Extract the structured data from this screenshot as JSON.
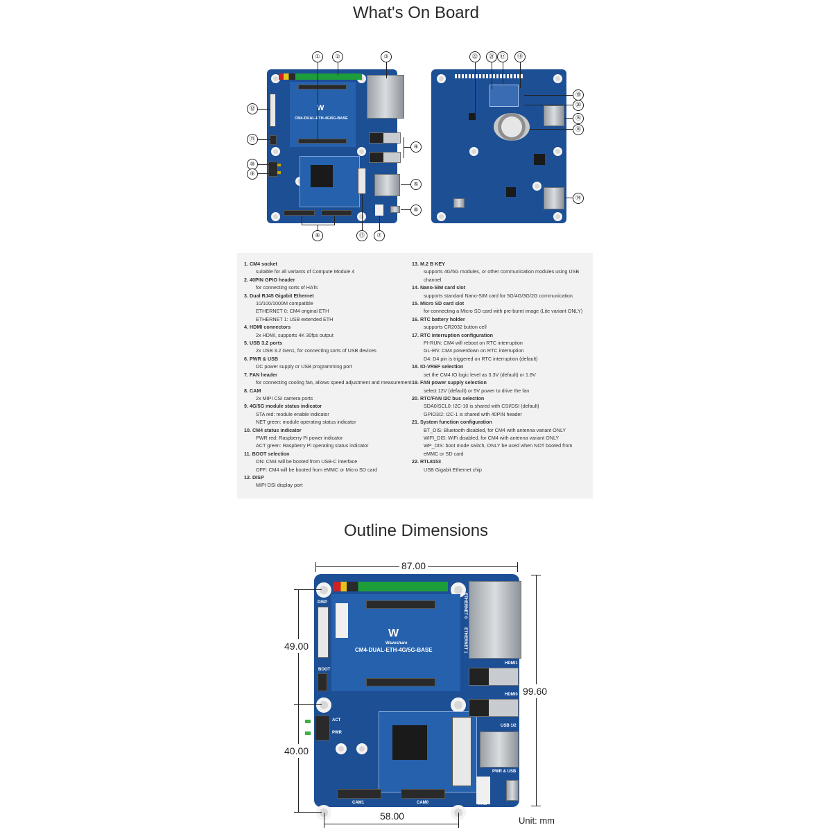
{
  "sections": {
    "onboard_title": "What's On Board",
    "outline_title": "Outline Dimensions"
  },
  "board": {
    "model": "CM4-DUAL-ETH-4G/5G-BASE",
    "brand": "Waveshare",
    "silkscreen": {
      "disp": "DISP",
      "boot": "BOOT",
      "hdmi1": "HDMI1",
      "hdmi0": "HDMI0",
      "usb12": "USB 1/2",
      "pwr_usb": "PWR & USB",
      "fan": "FAN",
      "cam1": "CAM1",
      "cam0": "CAM0",
      "eth0": "ETHERNET 0",
      "eth1": "ETHERNET 1",
      "act": "ACT",
      "pwr": "PWR"
    }
  },
  "callouts": {
    "c1": "①",
    "c2": "②",
    "c3": "③",
    "c4": "④",
    "c5": "⑤",
    "c6": "⑥",
    "c7": "⑦",
    "c8": "⑧",
    "c9": "⑨",
    "c10": "⑩",
    "c11": "⑪",
    "c12": "⑫",
    "c13": "⑬",
    "c14": "⑭",
    "c15": "⑮",
    "c16": "⑯",
    "c17": "⑰",
    "c18": "⑱",
    "c19": "⑲",
    "c20": "⑳",
    "c21": "㉑",
    "c22": "㉒"
  },
  "features_left": [
    {
      "title": "1. CM4 socket",
      "lines": [
        "suitable for all variants of Compute Module 4"
      ]
    },
    {
      "title": "2. 40PIN GPIO header",
      "lines": [
        "for connecting sorts of HATs"
      ]
    },
    {
      "title": "3. Dual RJ45 Gigabit Ethernet",
      "lines": [
        "10/100/1000M compatible",
        "ETHERNET 0: CM4 original ETH",
        "ETHERNET 1: USB extended ETH"
      ]
    },
    {
      "title": "4. HDMI connectors",
      "lines": [
        "2x HDMI, supports 4K 30fps output"
      ]
    },
    {
      "title": "5. USB 3.2 ports",
      "lines": [
        "2x USB 3.2 Gen1, for connecting sorts of USB devices"
      ]
    },
    {
      "title": "6. PWR & USB",
      "lines": [
        "DC power supply or USB programming port"
      ]
    },
    {
      "title": "7. FAN header",
      "lines": [
        "for connecting cooling fan, allows speed adjustment and measurement"
      ]
    },
    {
      "title": "8. CAM",
      "lines": [
        "2x MIPI CSI camera ports"
      ]
    },
    {
      "title": "9. 4G/5G module status indicator",
      "lines": [
        "STA red: module enable indicator",
        "NET green: module operating status indicator"
      ]
    },
    {
      "title": "10. CM4 status indicator",
      "lines": [
        "PWR red: Raspberry Pi power indicator",
        "ACT green: Raspberry Pi operating status indicator"
      ]
    },
    {
      "title": "11. BOOT selection",
      "lines": [
        "ON: CM4 will be booted from USB-C interface",
        "OFF: CM4 will be booted from eMMC or Micro SD card"
      ]
    },
    {
      "title": "12. DISP",
      "lines": [
        "MIPI DSI display port"
      ]
    }
  ],
  "features_right": [
    {
      "title": "13. M.2 B KEY",
      "lines": [
        "supports 4G/5G modules, or other communication modules using USB",
        "channel"
      ]
    },
    {
      "title": "14. Nano-SIM card slot",
      "lines": [
        "supports standard Nano-SIM card for 5G/4G/3G/2G communication"
      ]
    },
    {
      "title": "15. Micro SD card slot",
      "lines": [
        "for connecting a Micro SD card with pre-burnt image (Lite variant ONLY)"
      ]
    },
    {
      "title": "16. RTC battery holder",
      "lines": [
        "supports CR2032 button cell"
      ]
    },
    {
      "title": "17. RTC interruption configuration",
      "lines": [
        "PI-RUN: CM4 will reboot on RTC interruption",
        "GL-EN: CM4 powerdown on RTC interruption",
        "D4: D4 pin is triggered on RTC interruption (default)"
      ]
    },
    {
      "title": "18. IO-VREF selection",
      "lines": [
        "set the CM4 IO logic level as 3.3V (default) or 1.8V"
      ]
    },
    {
      "title": "19. FAN power supply selection",
      "lines": [
        "select 12V (default) or 5V power to drive the fan"
      ]
    },
    {
      "title": "20. RTC/FAN I2C bus selection",
      "lines": [
        "SDA0/SCL0: I2C-10 is shared with CSI/DSI (default)",
        "GPIO3/2: I2C-1 is shared with 40PIN header"
      ]
    },
    {
      "title": "21. System function configuration",
      "lines": [
        "BT_DIS: Bluetooth disabled, for CM4 with antenna variant ONLY",
        "WIFI_DIS: WiFi disabled, for CM4 with antenna variant ONLY",
        "WP_DIS: boot mode switch, ONLY be used when NOT booted from",
        "eMMC or SD card"
      ]
    },
    {
      "title": "22. RTL8153",
      "lines": [
        "USB Gigabit Ethernet chip"
      ]
    }
  ],
  "dimensions": {
    "width": "87.00",
    "height": "99.60",
    "upper": "49.00",
    "lower": "40.00",
    "bottom": "58.00",
    "unit": "Unit: mm"
  },
  "colors": {
    "pcb": "#1d4f95",
    "panel": "#f2f2f2"
  }
}
